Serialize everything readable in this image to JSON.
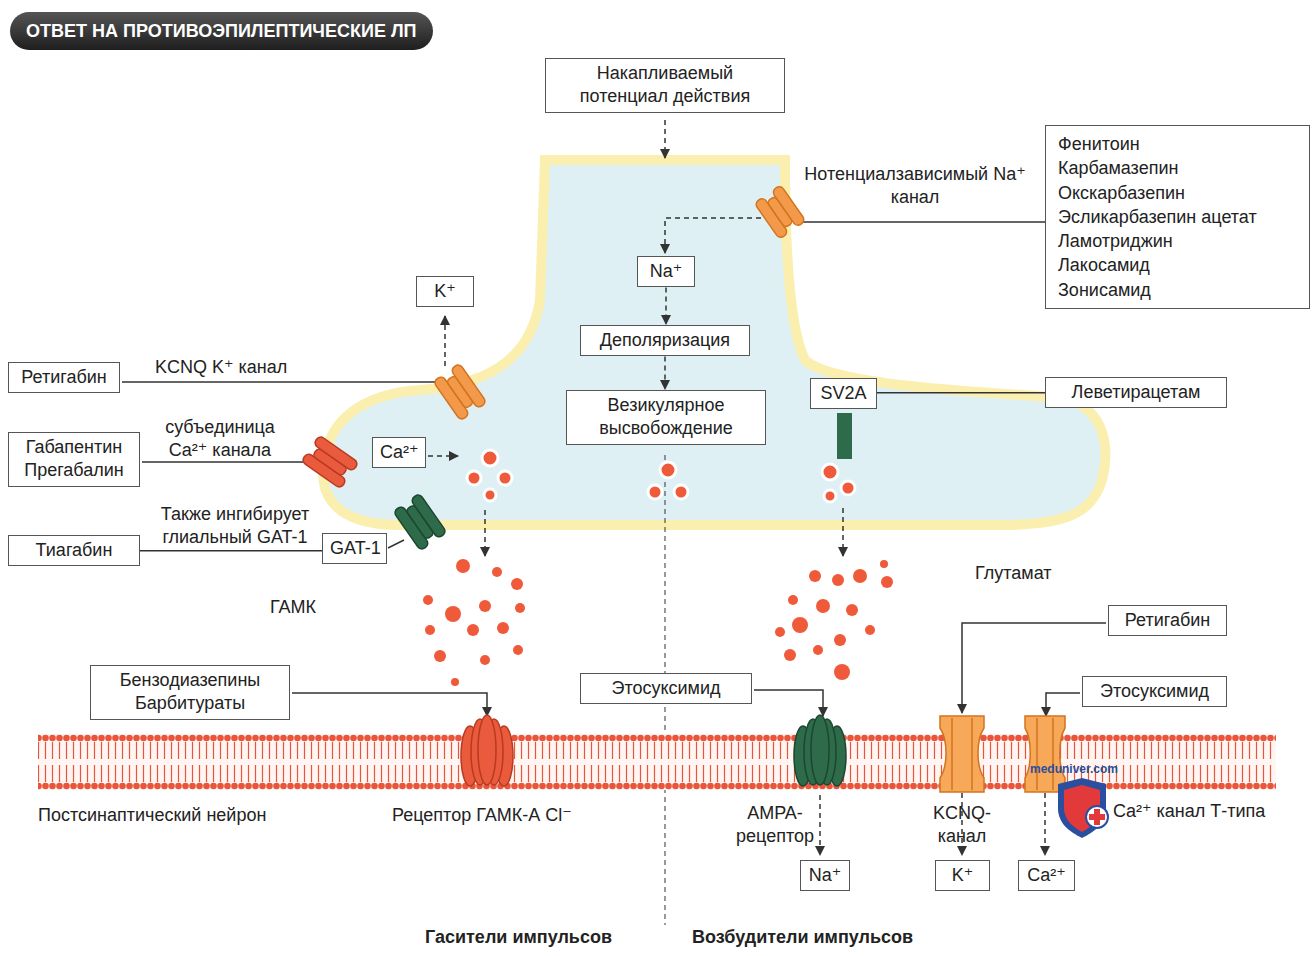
{
  "diagram": {
    "title": "ОТВЕТ НА ПРОТИВОЭПИЛЕПТИЧЕСКИЕ ЛП",
    "nodes": [
      {
        "text": [
          "Накапливаемый потенциал действия"
        ]
      },
      {
        "text": [
          "Фенитоин",
          "Карбамазепин",
          "Окскарбазепин",
          "Эсликарбазепин ацетат",
          "Ламотриджин",
          "Лакосамид",
          "Зонисамид"
        ]
      },
      {
        "text": [
          "Na⁺"
        ]
      },
      {
        "text": [
          "K⁺"
        ]
      },
      {
        "text": [
          "Деполяризация"
        ]
      },
      {
        "text": [
          "Ретигабин"
        ]
      },
      {
        "text": [
          "Везикулярное высвобождение"
        ]
      },
      {
        "text": [
          "SV2A"
        ]
      },
      {
        "text": [
          "Леветирацетам"
        ]
      },
      {
        "text": [
          "Габапентин",
          "Прегабалин"
        ]
      },
      {
        "text": [
          "Ca²⁺"
        ]
      },
      {
        "text": [
          "Тиагабин"
        ]
      },
      {
        "text": [
          "GAT-1"
        ]
      },
      {
        "text": [
          "Бензодиазепины",
          "Барбитураты"
        ]
      },
      {
        "text": [
          "Этосуксимид"
        ]
      },
      {
        "text": [
          "Ретигабин"
        ]
      },
      {
        "text": [
          "Этосуксимид"
        ]
      },
      {
        "text": [
          "Na⁺"
        ]
      },
      {
        "text": [
          "K⁺"
        ]
      },
      {
        "text": [
          "Ca²⁺"
        ]
      }
    ],
    "edges": [
      {
        "from": 2,
        "to": 4,
        "arrow": "to"
      },
      {
        "from": 4,
        "to": 6,
        "arrow": "to"
      },
      {
        "from": 8,
        "to": 7,
        "arrow": "none"
      },
      {
        "from": 11,
        "to": 12,
        "arrow": "none"
      }
    ],
    "labels": [
      "Нотенциалзависимый Na⁺ канал",
      "KCNQ K⁺ канал",
      "субъединица Ca²⁺ канала",
      "Также ингибирует глиальный GAT-1",
      "ГАМК",
      "Глутамат",
      "Постсинаптический нейрон",
      "Рецептор ГАМК-А Cl⁻",
      "AMPA-рецептор",
      "KCNQ-канал",
      "Ca²⁺ канал Т-типа",
      "Гасители импульсов",
      "Возбудители импульсов",
      "meduniver.com"
    ]
  }
}
